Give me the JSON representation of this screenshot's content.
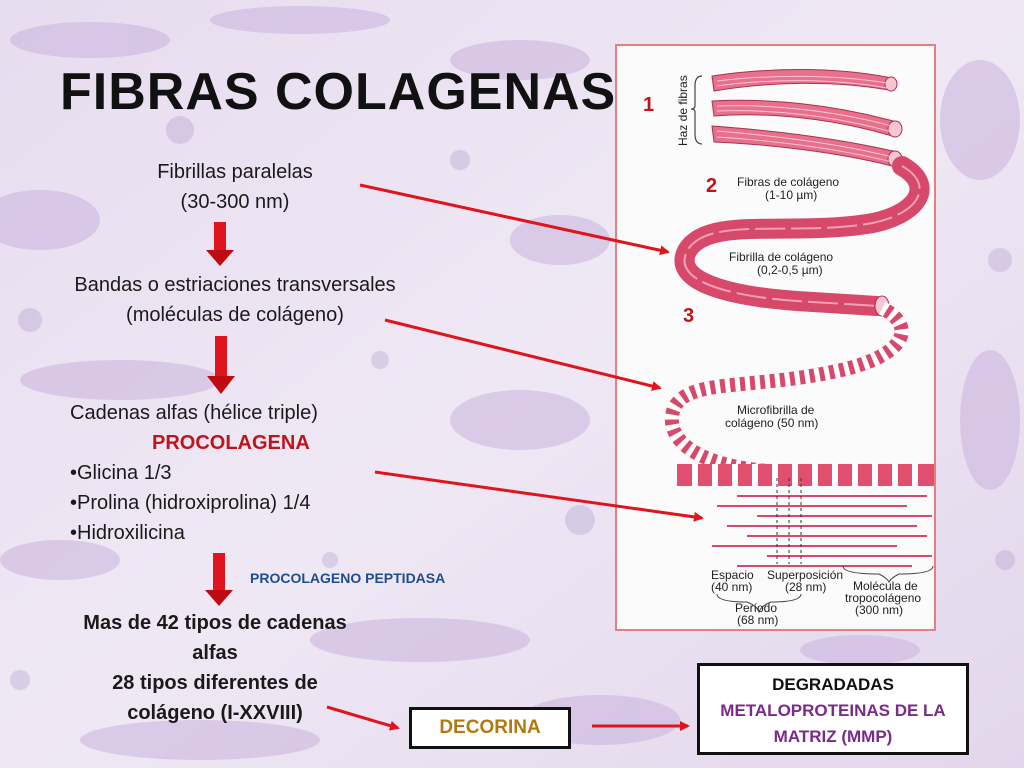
{
  "title": "FIBRAS COLAGENAS",
  "left": {
    "step1": [
      "Fibrillas paralelas",
      "(30-300 nm)"
    ],
    "step2": [
      "Bandas o estriaciones transversales",
      "(moléculas de colágeno)"
    ],
    "step3_line": "Cadenas alfas (hélice triple)",
    "step3_label": "PROCOLAGENA",
    "bullets": [
      "•Glicina 1/3",
      "•Prolina (hidroxiprolina) 1/4",
      "•Hidroxilicina"
    ],
    "enzyme": "PROCOLAGENO PEPTIDASA",
    "step4": [
      "Mas de 42 tipos de cadenas",
      "alfas",
      "28 tipos diferentes de",
      "colágeno (I-XXVIII)"
    ]
  },
  "boxes": {
    "decorina": "DECORINA",
    "degradadas": "DEGRADADAS",
    "mmp": [
      "METALOPROTEINAS DE LA",
      "MATRIZ (MMP)"
    ]
  },
  "numbers": [
    "1",
    "2",
    "3"
  ],
  "diagram": {
    "haz": "Haz de fibras",
    "fibras": [
      "Fibras de colágeno",
      "(1-10 µm)"
    ],
    "fibrilla": [
      "Fibrilla de colágeno",
      "(0,2-0,5 µm)"
    ],
    "microfibrilla": [
      "Microfibrilla de",
      "colágeno (50 nm)"
    ],
    "espacio": [
      "Espacio",
      "(40 nm)"
    ],
    "superposicion": [
      "Superposición",
      "(28 nm)"
    ],
    "periodo": [
      "Período",
      "(68 nm)"
    ],
    "molecula": [
      "Molécula de",
      "tropocolágeno",
      "(300 nm)"
    ]
  },
  "colors": {
    "accent": "#c0141c",
    "fiber": "#e0506e",
    "blue_text": "#1f4e8c"
  }
}
